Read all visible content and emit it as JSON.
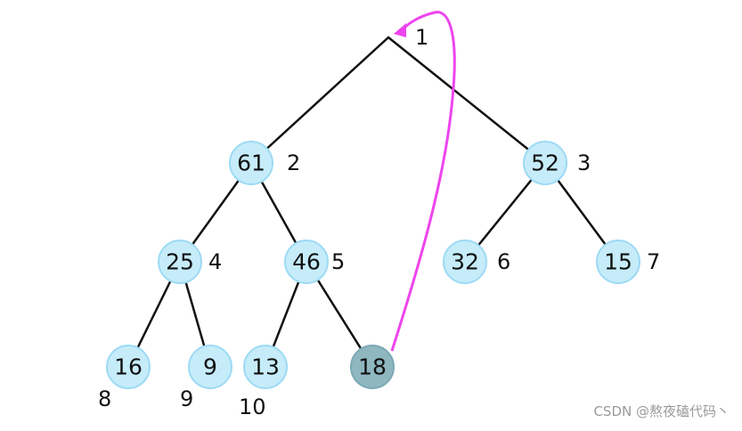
{
  "nodes": [
    {
      "id": "root",
      "value": "",
      "index": "1"
    },
    {
      "id": "n2",
      "value": "61",
      "index": "2"
    },
    {
      "id": "n3",
      "value": "52",
      "index": "3"
    },
    {
      "id": "n4",
      "value": "25",
      "index": "4"
    },
    {
      "id": "n5",
      "value": "46",
      "index": "5"
    },
    {
      "id": "n6",
      "value": "32",
      "index": "6"
    },
    {
      "id": "n7",
      "value": "15",
      "index": "7"
    },
    {
      "id": "n8",
      "value": "16",
      "index": "8"
    },
    {
      "id": "n9",
      "value": "9",
      "index": "9"
    },
    {
      "id": "n10",
      "value": "13",
      "index": "10"
    },
    {
      "id": "n11",
      "value": "18",
      "index": "",
      "highlighted": true
    }
  ],
  "edges": [
    [
      "root",
      "n2"
    ],
    [
      "root",
      "n3"
    ],
    [
      "n2",
      "n4"
    ],
    [
      "n2",
      "n5"
    ],
    [
      "n3",
      "n6"
    ],
    [
      "n3",
      "n7"
    ],
    [
      "n4",
      "n8"
    ],
    [
      "n4",
      "n9"
    ],
    [
      "n5",
      "n10"
    ],
    [
      "n5",
      "n11"
    ]
  ],
  "arrow": {
    "from": "n11",
    "to": "root",
    "color": "#ee44ee"
  },
  "colors": {
    "node_fill": "#c6ecfa",
    "node_highlight_fill": "#8fb7c0",
    "edge": "#111111"
  },
  "watermark": "CSDN @熬夜磕代码丶"
}
